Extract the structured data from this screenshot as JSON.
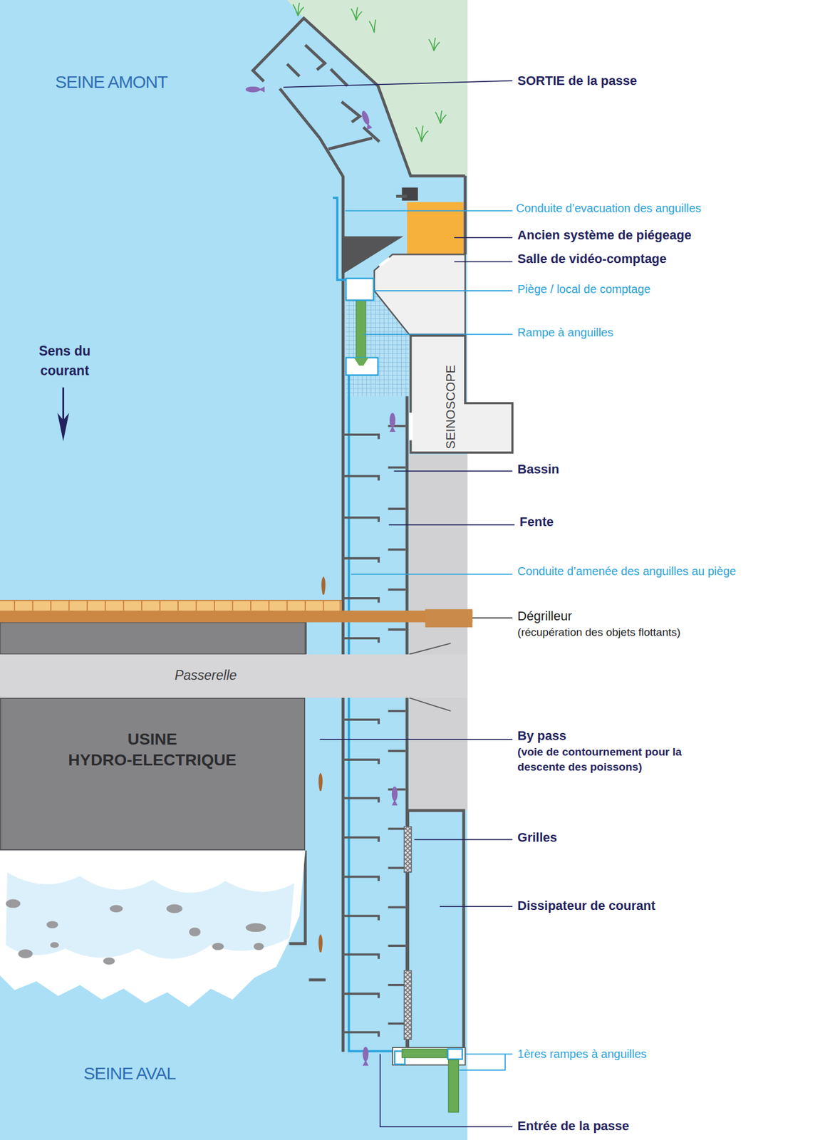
{
  "diagram": {
    "nodes": [
      {
        "text": [
          "SEINOSCOPE"
        ]
      },
      {
        "text": [
          "Passerelle"
        ]
      },
      {
        "text": [
          "USINE HYDRO-ELECTRIQUE"
        ]
      }
    ],
    "labels": [
      "SEINE AMONT",
      "SORTIE de la passe",
      "Conduite d’evacuation des anguilles",
      "Ancien système de piégeage",
      "Salle de vidéo-comptage",
      "Piège / local de comptage",
      "Rampe à anguilles",
      "Sens du courant",
      "Bassin",
      "Fente",
      "Conduite d’amenée des anguilles au piège",
      "Dégrilleur",
      "(récupération des objets flottants)",
      "By pass",
      "(voie de contournement pour la descente des poissons)",
      "Grilles",
      "Dissipateur de courant",
      "1ères rampes à anguilles",
      "SEINE AVAL",
      "Entrée de la passe"
    ]
  }
}
